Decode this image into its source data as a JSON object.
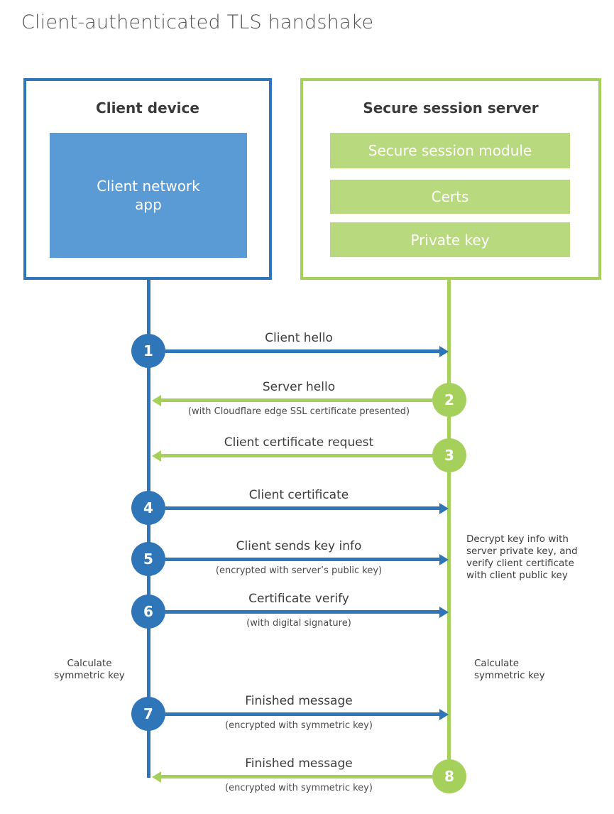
{
  "title": "Client-authenticated TLS handshake",
  "colors": {
    "blue": "#2e76b8",
    "blue_fill": "#5b9bd5",
    "green": "#a5d05c",
    "green_fill": "#b9d97e",
    "text_dark": "#3d3d3d",
    "white": "#ffffff"
  },
  "client_box": {
    "title": "Client device",
    "app_label": "Client network app"
  },
  "server_box": {
    "title": "Secure session server",
    "modules": [
      "Secure session module",
      "Certs",
      "Private key"
    ]
  },
  "steps": [
    {
      "number": "1",
      "label": "Client hello",
      "direction": "client-to-server"
    },
    {
      "number": "2",
      "label": "Server hello",
      "subtitle": "(with Cloudflare edge SSL certificate presented)",
      "direction": "server-to-client"
    },
    {
      "number": "3",
      "label": "Client certificate request",
      "direction": "server-to-client"
    },
    {
      "number": "4",
      "label": "Client certificate",
      "direction": "client-to-server"
    },
    {
      "number": "5",
      "label": "Client sends key info",
      "subtitle": "(encrypted with server’s public key)",
      "direction": "client-to-server"
    },
    {
      "number": "6",
      "label": "Certificate verify",
      "subtitle": "(with digital signature)",
      "direction": "client-to-server"
    },
    {
      "number": "7",
      "label": "Finished message",
      "subtitle": "(encrypted with symmetric key)",
      "direction": "client-to-server"
    },
    {
      "number": "8",
      "label": "Finished message",
      "subtitle": "(encrypted with symmetric key)",
      "direction": "server-to-client"
    }
  ],
  "annotations": {
    "decrypt_note": "Decrypt key info with server private key, and verify client certificate with client public key",
    "calculate_left": "Calculate symmetric key",
    "calculate_right": "Calculate symmetric key"
  }
}
